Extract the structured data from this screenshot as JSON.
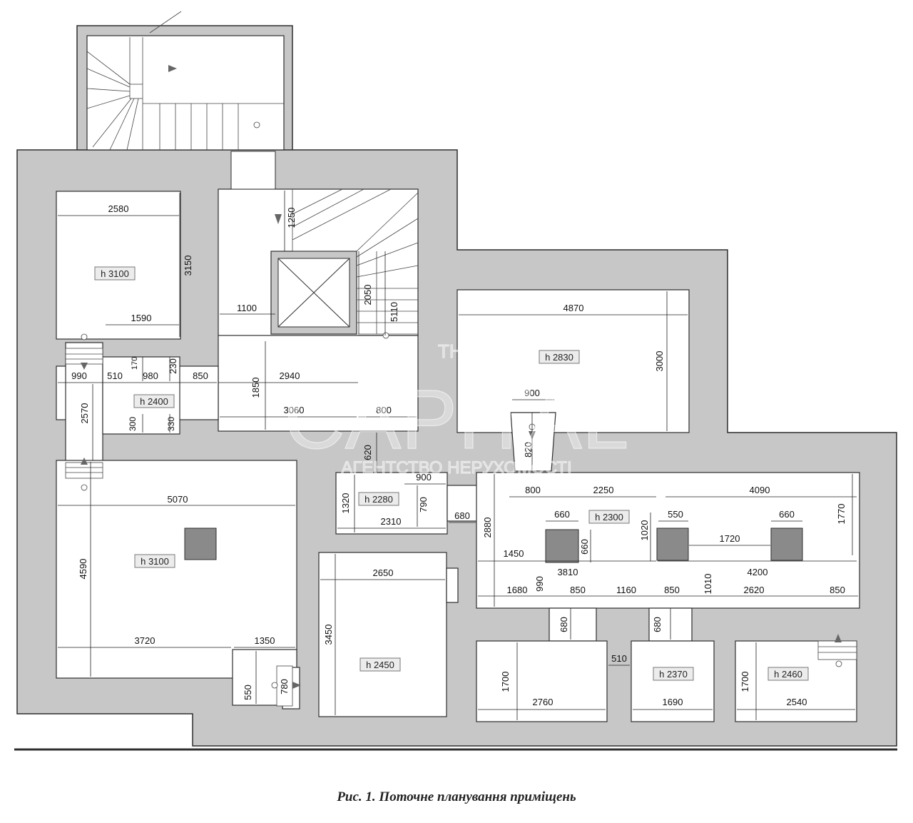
{
  "caption": "Рис. 1. Поточне планування приміщень",
  "watermark": {
    "brand_small": "THE",
    "brand": "CAPITAL",
    "tagline": "АГЕНТСТВО НЕРУХОМОСТІ"
  },
  "colors": {
    "wall": "#c7c7c7",
    "room": "#ffffff",
    "column": "#8a8a8a",
    "outline": "#2e2e2e"
  },
  "room_heights": {
    "top_left": "h 3100",
    "corridor": "h 2400",
    "big_right": "h 2830",
    "small_center": "h 2280",
    "middle_right": "h 2300",
    "bottom_left": "h 3100",
    "center_low": "h 2450",
    "bottom_mid": "h 2370",
    "bottom_right": "h 2460"
  },
  "dims": {
    "d2580": "2580",
    "d3150": "3150",
    "d1590": "1590",
    "d1100": "1100",
    "d1250": "1250",
    "d2050": "2050",
    "d5110": "5110",
    "d4870": "4870",
    "d3000": "3000",
    "d900a": "900",
    "d820a": "820",
    "d990a": "990",
    "d510a": "510",
    "d980": "980",
    "d170": "170",
    "d230": "230",
    "d850a": "850",
    "d2940": "2940",
    "d1850": "1850",
    "d3060": "3060",
    "d800a": "800",
    "d2570": "2570",
    "d300": "300",
    "d330": "330",
    "d620": "620",
    "d1320": "1320",
    "d900b": "900",
    "d790": "790",
    "d2310": "2310",
    "d680a": "680",
    "d800b": "800",
    "d2250": "2250",
    "d4090": "4090",
    "d1770": "1770",
    "d660a": "660",
    "d550a": "550",
    "d660b": "660",
    "d1020": "1020",
    "d660c": "660",
    "d1720": "1720",
    "d2880": "2880",
    "d1450": "1450",
    "d3810": "3810",
    "d4200": "4200",
    "d1680": "1680",
    "d990b": "990",
    "d850b": "850",
    "d1160": "1160",
    "d850c": "850",
    "d1010": "1010",
    "d2620": "2620",
    "d850d": "850",
    "d5070": "5070",
    "d4590": "4590",
    "d3720": "3720",
    "d1350": "1350",
    "d550b": "550",
    "d780": "780",
    "d2650": "2650",
    "d3450": "3450",
    "d680b": "680",
    "d680c": "680",
    "d1700a": "1700",
    "d2760": "2760",
    "d510b": "510",
    "d1690": "1690",
    "d1700b": "1700",
    "d2540": "2540"
  }
}
